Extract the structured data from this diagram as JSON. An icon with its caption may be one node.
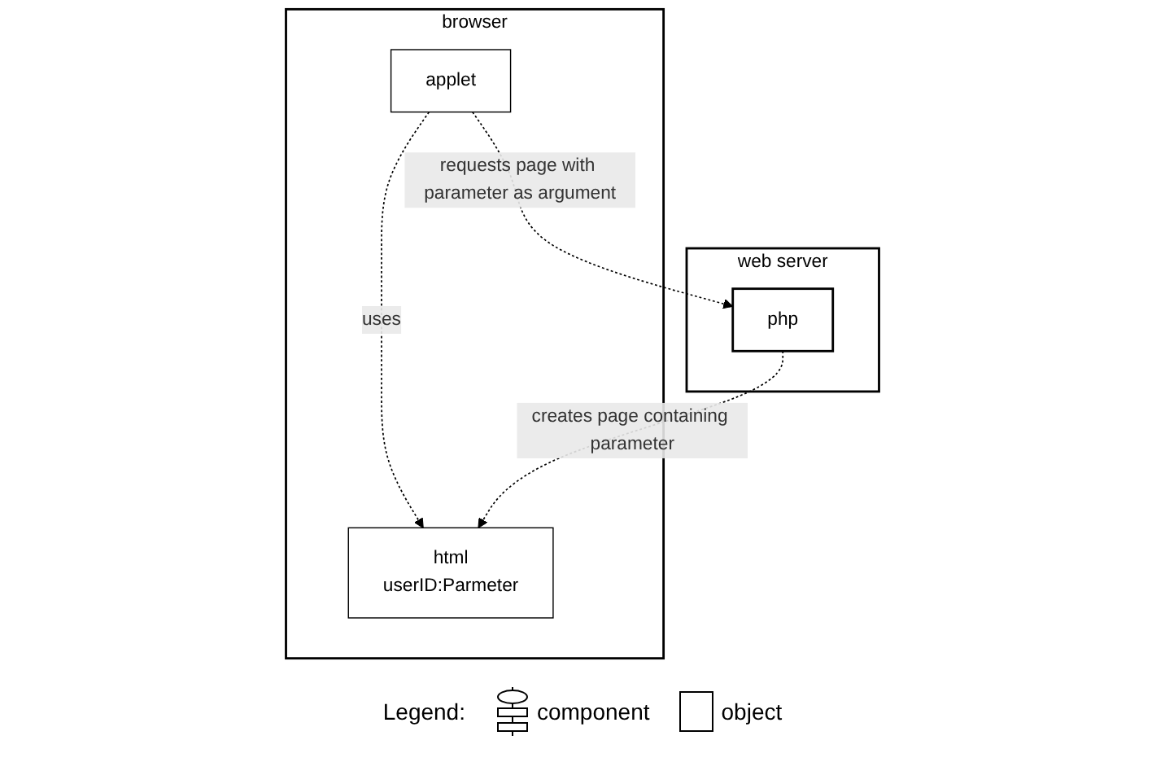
{
  "diagram": {
    "nodes": [
      {
        "text": [
          "browser"
        ]
      },
      {
        "text": [
          "applet"
        ],
        "in": 0
      },
      {
        "text": [
          "html",
          "userID:Parmeter"
        ],
        "in": 0
      },
      {
        "text": [
          "web server"
        ]
      },
      {
        "text": [
          "php"
        ],
        "in": 3
      }
    ],
    "edges": [
      {
        "from": 1,
        "to": 2,
        "arrow": "to",
        "label": "uses",
        "style": "dashed"
      },
      {
        "from": 1,
        "to": 4,
        "arrow": "to",
        "label": "requests page with parameter as argument",
        "style": "dashed"
      },
      {
        "from": 4,
        "to": 2,
        "arrow": "to",
        "label": "creates page containing parameter",
        "style": "dashed"
      }
    ],
    "labels": [
      "Legend:"
    ],
    "legend": [
      {
        "text": "component"
      },
      {
        "text": "object"
      }
    ]
  }
}
